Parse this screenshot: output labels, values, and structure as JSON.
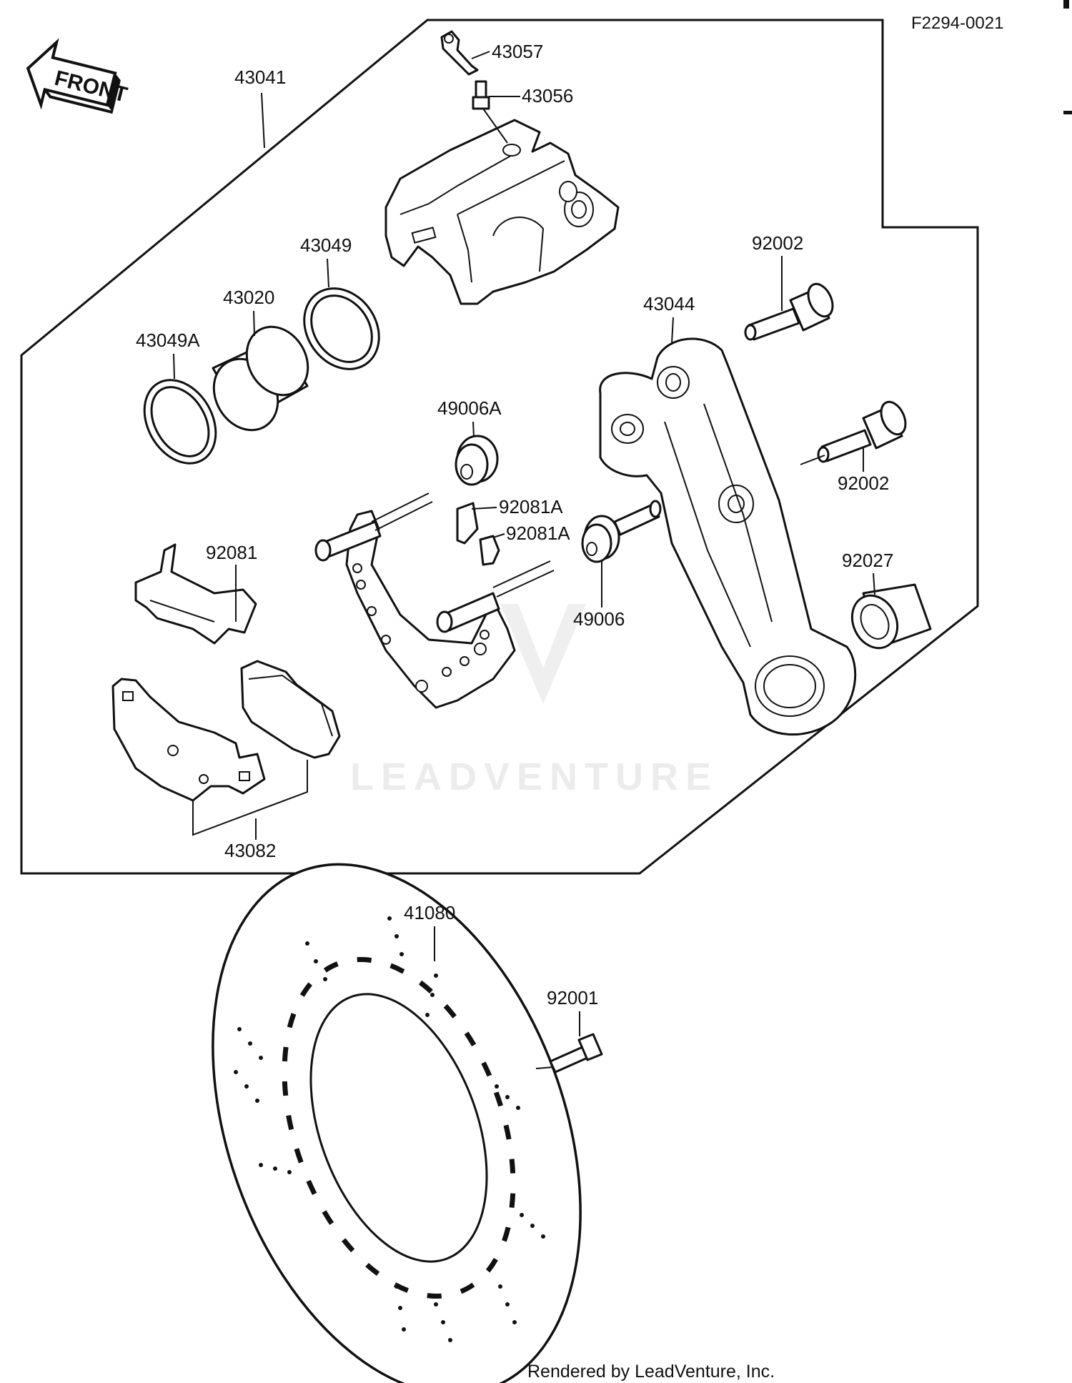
{
  "figure_id": "F2294-0021",
  "front_label": "FRONT",
  "watermark": "LEADVENTURE",
  "footer": "Rendered by LeadVenture, Inc.",
  "parts": {
    "caliper_assy": "43041",
    "cap": "43057",
    "bleed_valve": "43056",
    "piston_seal": "43049",
    "piston": "43020",
    "dust_seal": "43049A",
    "torque_link": "43044",
    "bolt_upper": "92002",
    "bolt_lower": "92002",
    "bushing": "92027",
    "boot_a": "49006A",
    "boot": "49006",
    "spring_a1": "92081A",
    "spring_a2": "92081A",
    "spring": "92081",
    "pads": "43082",
    "disc": "41080",
    "disc_bolt": "92001"
  }
}
